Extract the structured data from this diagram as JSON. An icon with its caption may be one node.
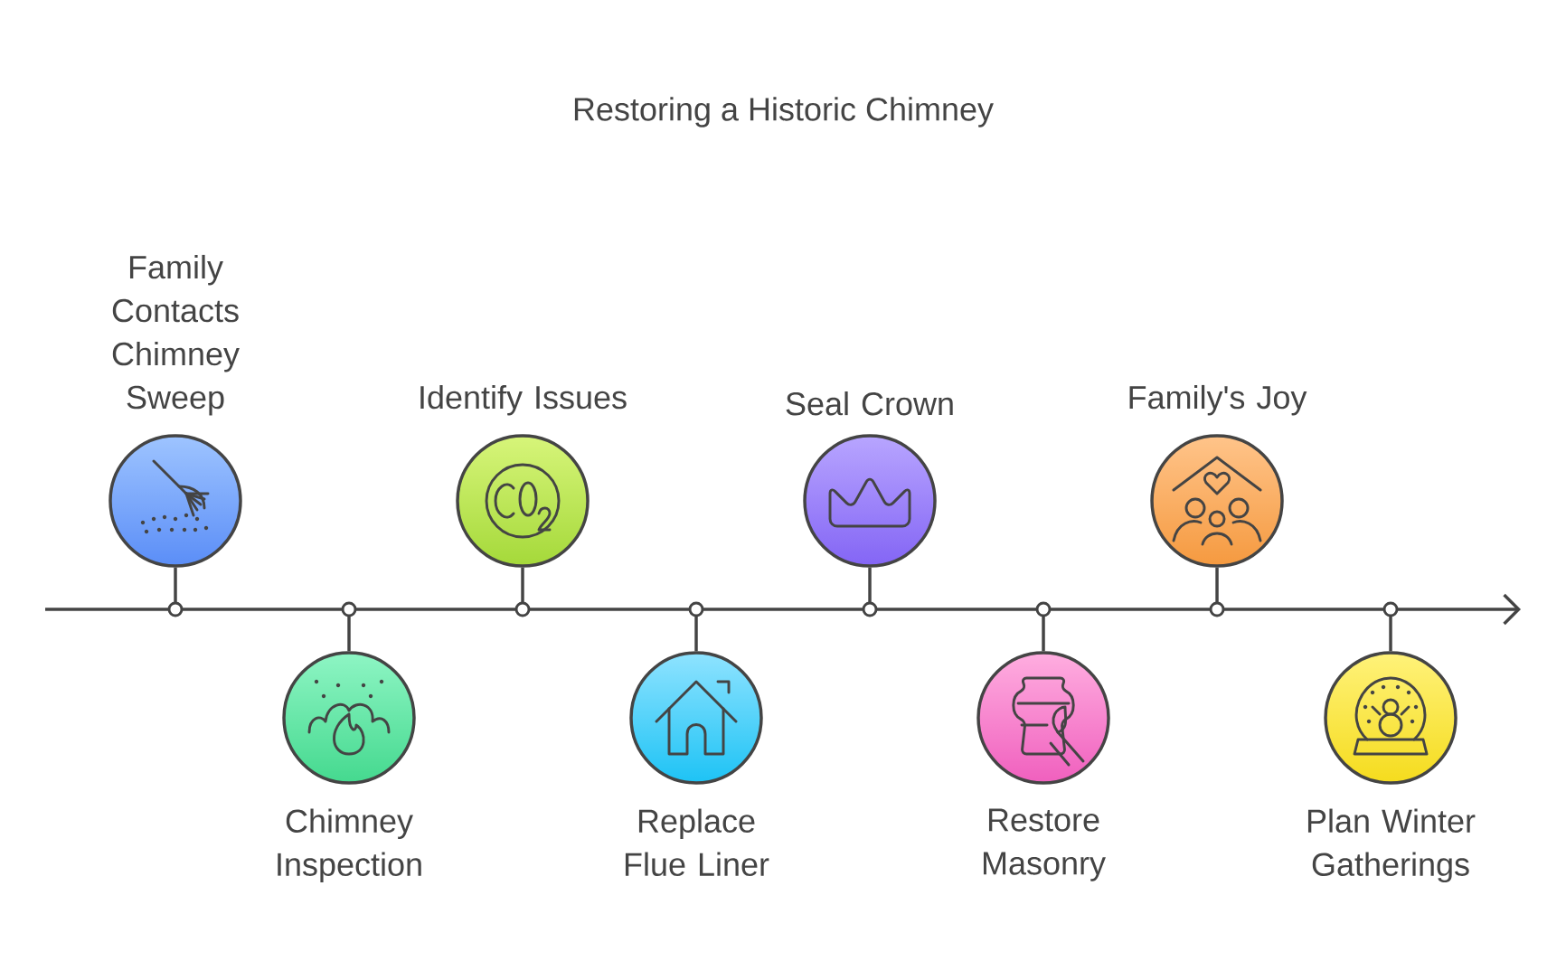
{
  "diagram": {
    "title": "Restoring a Historic Chimney",
    "nodes": [
      {
        "text": [
          "Family Contacts Chimney Sweep"
        ]
      },
      {
        "text": [
          "Chimney Inspection"
        ]
      },
      {
        "text": [
          "Identify Issues"
        ]
      },
      {
        "text": [
          "Replace Flue Liner"
        ]
      },
      {
        "text": [
          "Seal Crown"
        ]
      },
      {
        "text": [
          "Restore Masonry"
        ]
      },
      {
        "text": [
          "Family's Joy"
        ]
      },
      {
        "text": [
          "Plan Winter Gatherings"
        ]
      },
      {
        "text": [],
        "shape": "arrow"
      }
    ],
    "edges": [
      {
        "from": 0,
        "to": 8,
        "arrow": "other"
      },
      {
        "from": 1,
        "to": 8,
        "arrow": "other"
      },
      {
        "from": 2,
        "to": 8,
        "arrow": "other"
      },
      {
        "from": 3,
        "to": 8,
        "arrow": "other"
      },
      {
        "from": 4,
        "to": 8,
        "arrow": "other"
      },
      {
        "from": 5,
        "to": 8,
        "arrow": "other"
      },
      {
        "from": 6,
        "to": 8,
        "arrow": "other"
      },
      {
        "from": 7,
        "to": 8,
        "arrow": "other"
      }
    ]
  }
}
